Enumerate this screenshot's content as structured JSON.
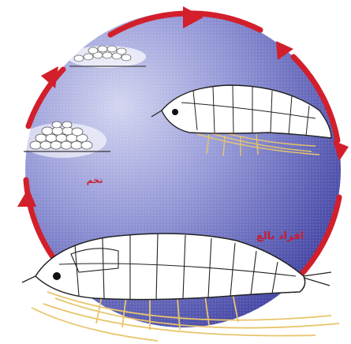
{
  "labels": {
    "egg_stage": "تخم",
    "adult": "افراد بالغ"
  },
  "colors": {
    "disc_light": "#b9bde6",
    "disc_dark": "#3e3fa2",
    "arrow": "#d21f2b",
    "body_outline": "#222222",
    "legs": "#e8c56b",
    "label_red": "#c81d2e"
  },
  "illustration": {
    "stages": [
      "egg-cluster-small",
      "egg-cluster-large",
      "juvenile-shrimp",
      "adult-shrimp"
    ],
    "cycle_arrow_count": 6
  }
}
